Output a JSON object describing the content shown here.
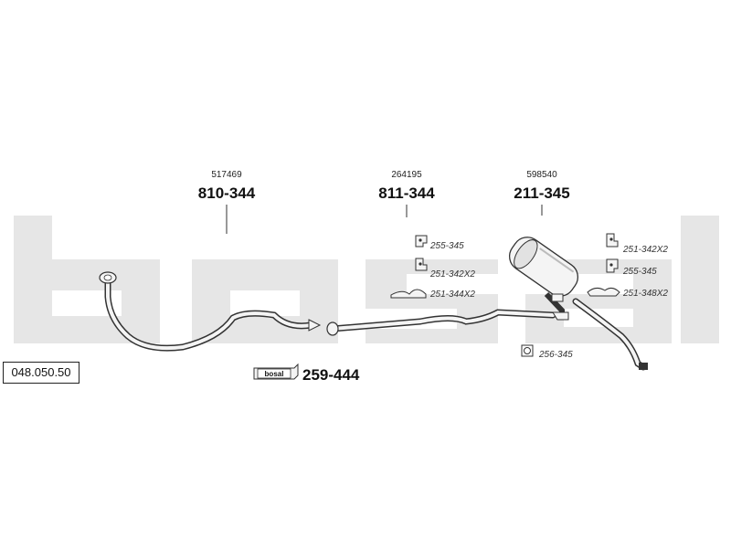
{
  "watermark": {
    "text": "bosal",
    "color": "#e6e6e6"
  },
  "diagram_ref": "048.050.50",
  "parts": [
    {
      "id": "front-pipe",
      "ref": "517469",
      "part_no": "810-344"
    },
    {
      "id": "middle-pipe",
      "ref": "264195",
      "part_no": "811-344"
    },
    {
      "id": "rear-silencer",
      "ref": "598540",
      "part_no": "211-345"
    }
  ],
  "kit": {
    "brand": "bosal",
    "part_no": "259-444"
  },
  "accessories": [
    {
      "id": "acc-255-345-a",
      "label": "255-345",
      "kind": "bracket"
    },
    {
      "id": "acc-251-342x2-a",
      "label": "251-342X2",
      "kind": "bracket"
    },
    {
      "id": "acc-251-344x2",
      "label": "251-344X2",
      "kind": "clamp"
    },
    {
      "id": "acc-251-342x2-b",
      "label": "251-342X2",
      "kind": "bracket"
    },
    {
      "id": "acc-255-345-b",
      "label": "255-345",
      "kind": "bracket"
    },
    {
      "id": "acc-251-348x2",
      "label": "251-348X2",
      "kind": "hanger"
    },
    {
      "id": "acc-256-345",
      "label": "256-345",
      "kind": "gasket"
    }
  ],
  "colors": {
    "line": "#333333",
    "part_fill": "#f4f4f4",
    "shade": "#bbbbbb"
  }
}
